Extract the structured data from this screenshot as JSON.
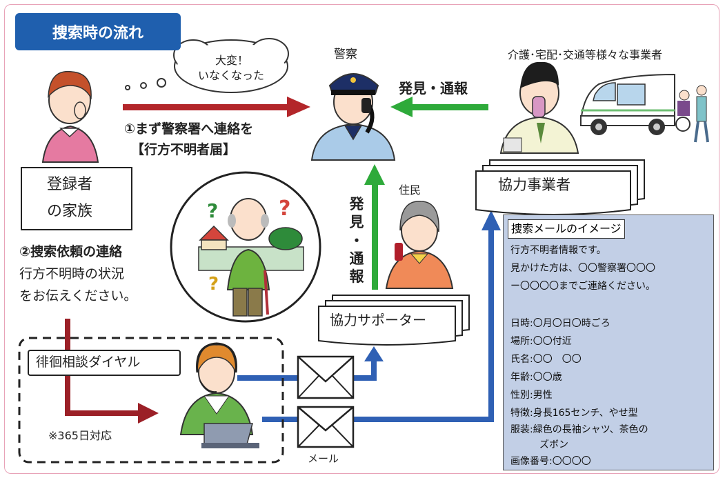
{
  "title": "捜索時の流れ",
  "speech_bubble": {
    "line1": "大変！",
    "line2": "いなくなった"
  },
  "actors": {
    "police": "警察",
    "businesses": "介護･宅配･交通等様々な事業者",
    "resident": "住民"
  },
  "arrows": {
    "step1": "①まず警察署へ連絡を",
    "step1_sub": "【行方不明者届】",
    "found_report_h": "発見・通報",
    "found_report_v": [
      "発",
      "見",
      "・",
      "通",
      "報"
    ]
  },
  "boxes": {
    "family_line1": "登録者",
    "family_line2": "の家族",
    "cooperating_business": "協力事業者",
    "cooperating_supporter": "協力サポーター",
    "consult_dial": "徘徊相談ダイヤル"
  },
  "step2": {
    "heading": "②捜索依頼の連絡",
    "line1": "行方不明時の状況",
    "line2": "をお伝えください。"
  },
  "note_365": "※365日対応",
  "mail_label": "メール",
  "mail_image": {
    "title": "捜索メールのイメージ",
    "lines": [
      "行方不明者情報です。",
      "見かけた方は、〇〇警察署〇〇〇",
      "ー〇〇〇〇までご連絡ください。",
      "",
      "日時:〇月〇日〇時ごろ",
      "場所:〇〇付近",
      "氏名:〇〇　〇〇",
      "年齢:〇〇歳",
      "性別:男性",
      "特徴:身長165センチ、やせ型",
      "服装:緑色の長袖シャツ、茶色の",
      "　　　ズボン",
      "画像番号:〇〇〇〇"
    ]
  },
  "colors": {
    "title_bg": "#1f5fae",
    "arrow_red": "#b3262a",
    "arrow_green": "#2eaa3a",
    "arrow_blue": "#2f60b4",
    "mail_panel_bg": "#c2cfe6",
    "frame": "#e8a3b8"
  }
}
